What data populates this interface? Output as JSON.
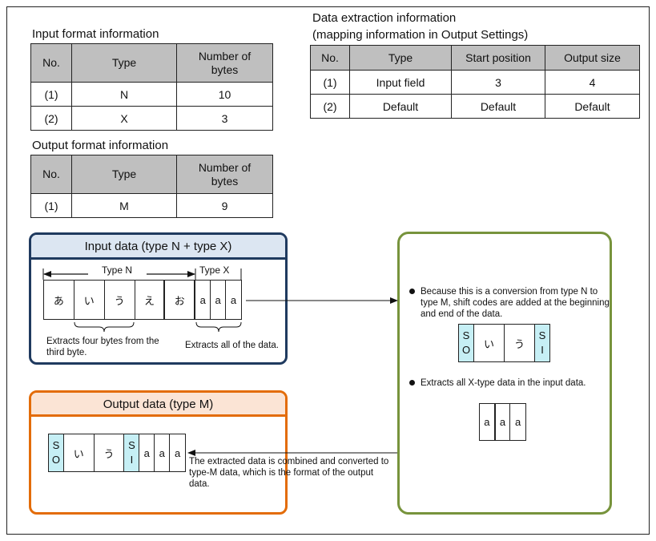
{
  "input_format": {
    "title": "Input format information",
    "headers": [
      "No.",
      "Type",
      "Number of bytes"
    ],
    "rows": [
      [
        "(1)",
        "N",
        "10"
      ],
      [
        "(2)",
        "X",
        "3"
      ]
    ]
  },
  "output_format": {
    "title": "Output format information",
    "headers": [
      "No.",
      "Type",
      "Number of bytes"
    ],
    "rows": [
      [
        "(1)",
        "M",
        "9"
      ]
    ]
  },
  "extraction": {
    "title_line1": "Data extraction information",
    "title_line2": "(mapping information in Output Settings)",
    "headers": [
      "No.",
      "Type",
      "Start position",
      "Output size"
    ],
    "rows": [
      [
        "(1)",
        "Input field",
        "3",
        "4"
      ],
      [
        "(2)",
        "Default",
        "Default",
        "Default"
      ]
    ]
  },
  "input_panel": {
    "title": "Input data (type N  + type X)",
    "type_n_label": "Type  N",
    "type_x_label": "Type  X",
    "n_cells": [
      "あ",
      "い",
      "う",
      "え",
      "お"
    ],
    "x_cells": [
      "a",
      "a",
      "a"
    ],
    "note_n": "Extracts four bytes from the third byte.",
    "note_x": "Extracts all of the data.",
    "border_color": "#1f3a5f",
    "header_bg": "#dce6f2"
  },
  "process_panel": {
    "bullet1": "Because this is a conversion from type N to type M,  shift codes are added at the beginning and end of the data.",
    "bullet2": "Extracts all X-type data in the input data.",
    "so_label": [
      "S",
      "O"
    ],
    "si_label": [
      "S",
      "I"
    ],
    "kana_cells": [
      "い",
      "う"
    ],
    "x_cells": [
      "a",
      "a",
      "a"
    ],
    "border_color": "#77933c"
  },
  "output_panel": {
    "title": "Output data (type M)",
    "so_label": [
      "S",
      "O"
    ],
    "si_label": [
      "S",
      "I"
    ],
    "kana_cells": [
      "い",
      "う"
    ],
    "x_cells": [
      "a",
      "a",
      "a"
    ],
    "note": "The extracted data is combined and converted to type-M data, which is the format of the output data.",
    "border_color": "#e36c09",
    "header_bg": "#fbe4d5"
  },
  "colors": {
    "shift_code_bg": "#c6eff5",
    "table_header_bg": "#bfbfbf"
  }
}
